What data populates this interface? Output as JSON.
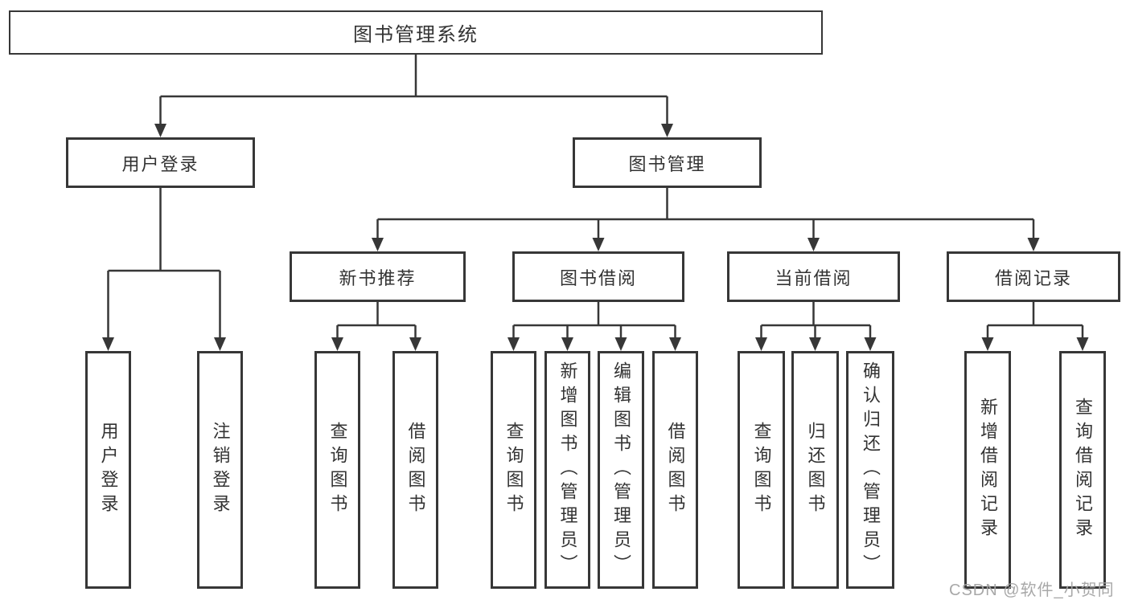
{
  "colors": {
    "background": "#ffffff",
    "line": "#373737",
    "text": "#333333",
    "watermark": "#a3a3a3"
  },
  "tree": {
    "root": "图书管理系统",
    "branches": [
      {
        "label": "用户登录",
        "leaves": [
          "用户登录",
          "注销登录"
        ]
      },
      {
        "label": "图书管理",
        "groups": [
          {
            "label": "新书推荐",
            "leaves": [
              "查询图书",
              "借阅图书"
            ]
          },
          {
            "label": "图书借阅",
            "leaves": [
              "查询图书",
              "新增图书（管理员）",
              "编辑图书（管理员）",
              "借阅图书"
            ]
          },
          {
            "label": "当前借阅",
            "leaves": [
              "查询图书",
              "归还图书",
              "确认归还（管理员）"
            ]
          },
          {
            "label": "借阅记录",
            "leaves": [
              "新增借阅记录",
              "查询借阅记录"
            ]
          }
        ]
      }
    ]
  },
  "watermark": "CSDN @软件_小贺同学"
}
